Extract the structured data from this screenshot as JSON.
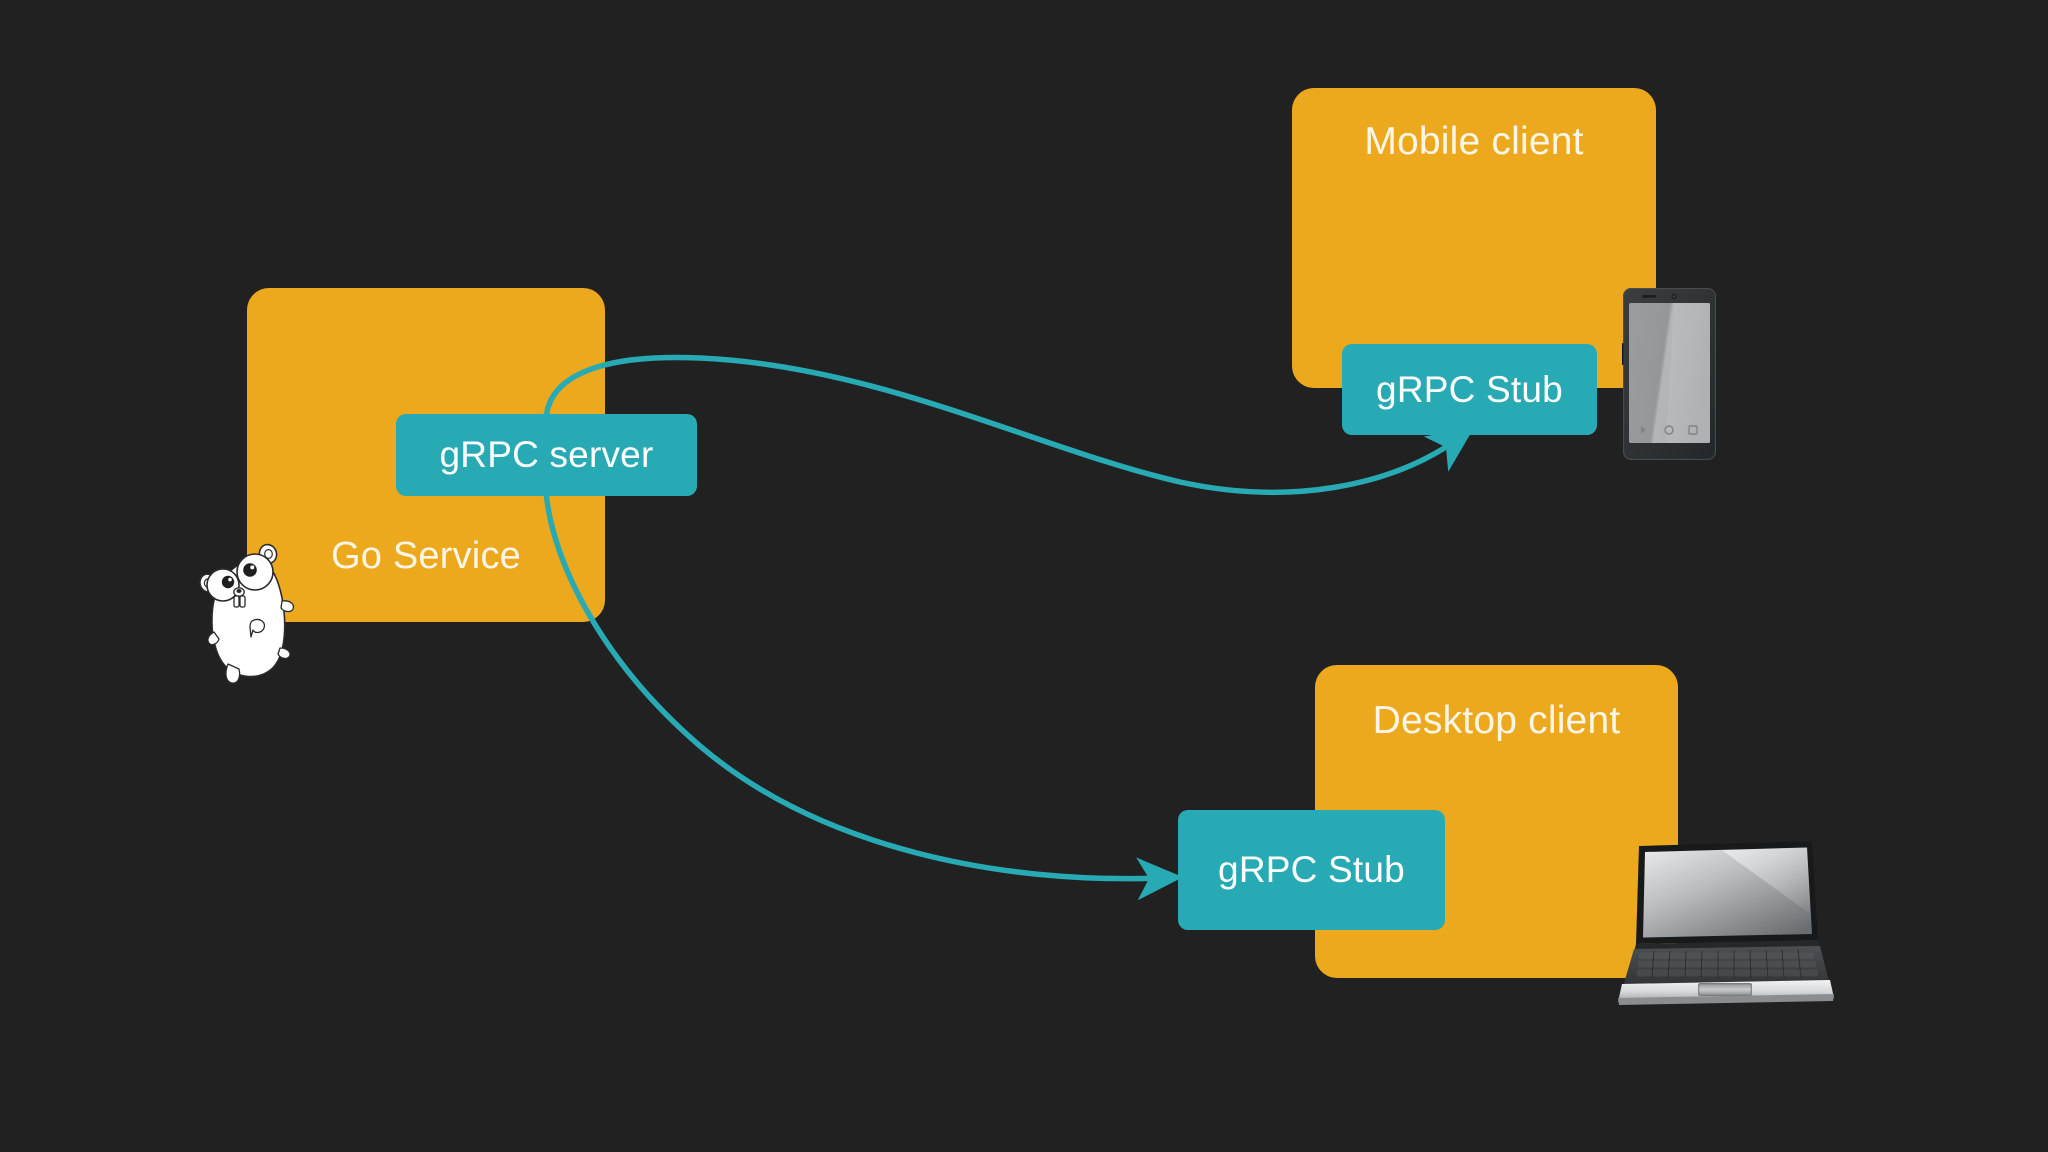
{
  "diagram": {
    "title": "gRPC service and clients architecture",
    "background_color": "#212121",
    "panel_color": "#eda91e",
    "chip_color": "#28aab4",
    "connector_color": "#28aab4",
    "panel_title_color": "#fdf6e8",
    "chip_label_color": "#ffffff"
  },
  "nodes": {
    "go_service": {
      "title": "Go Service",
      "chip_label": "gRPC server",
      "mascot": "go-gopher-icon"
    },
    "mobile_client": {
      "title": "Mobile client",
      "chip_label": "gRPC Stub",
      "device": "smartphone-icon"
    },
    "desktop_client": {
      "title": "Desktop client",
      "chip_label": "gRPC Stub",
      "device": "laptop-icon"
    }
  },
  "connections": [
    {
      "name": "server-to-mobile-stub",
      "from": "gRPC server",
      "to": "Mobile client gRPC Stub",
      "style": "curved-arrow",
      "color": "#28aab4"
    },
    {
      "name": "server-to-desktop-stub",
      "from": "gRPC server",
      "to": "Desktop client gRPC Stub",
      "style": "curved-arrow",
      "color": "#28aab4"
    }
  ]
}
